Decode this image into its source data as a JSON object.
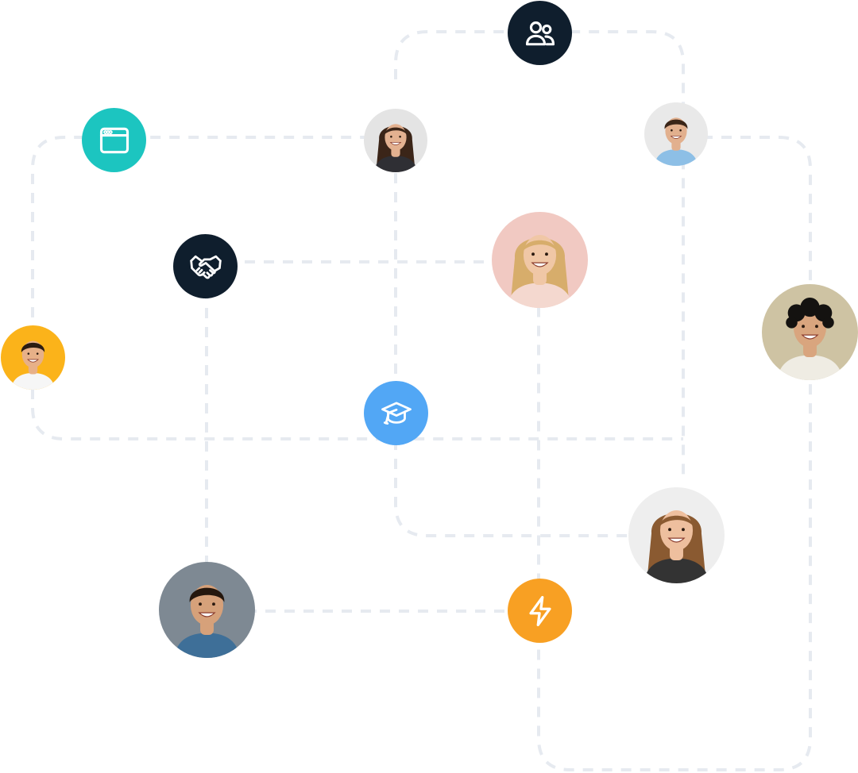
{
  "palette": {
    "connector": "#e6eaf0",
    "navy": "#0f1e2d",
    "teal": "#1cc5c0",
    "blue": "#52a7f5",
    "orange": "#f8a023",
    "icon_stroke": "#ffffff"
  },
  "icon_nodes": [
    {
      "name": "team-icon",
      "color": "navy"
    },
    {
      "name": "browser-window-icon",
      "color": "teal"
    },
    {
      "name": "handshake-icon",
      "color": "navy"
    },
    {
      "name": "graduation-cap-icon",
      "color": "blue"
    },
    {
      "name": "lightning-bolt-icon",
      "color": "orange"
    }
  ],
  "avatars": [
    {
      "name": "avatar-woman-dark-curly-hair",
      "bg": "#e4e4e4",
      "skin": "#e3b190",
      "hair": "#3b2518",
      "shirt": "#2f2f34"
    },
    {
      "name": "avatar-man-beard-blue-shirt",
      "bg": "#e9e9e9",
      "skin": "#e2b08e",
      "hair": "#3a2518",
      "shirt": "#8dbfe6"
    },
    {
      "name": "avatar-woman-blonde-pink-bg",
      "bg": "#f1c9c2",
      "skin": "#f0c7a6",
      "hair": "#d7ad6b",
      "shirt": "#f4d8cf"
    },
    {
      "name": "avatar-man-curly-hair",
      "bg": "#cec3a3",
      "skin": "#d9a57e",
      "hair": "#141210",
      "shirt": "#efece3"
    },
    {
      "name": "avatar-man-yellow-bg",
      "bg": "#fbb31a",
      "skin": "#e7b088",
      "hair": "#2b1c12",
      "shirt": "#f6f6f6"
    },
    {
      "name": "avatar-woman-brown-hair",
      "bg": "#eeeeee",
      "skin": "#eebf9e",
      "hair": "#8a5a31",
      "shirt": "#333333"
    },
    {
      "name": "avatar-man-denim-shirt",
      "bg": "#7e8993",
      "skin": "#d6a17a",
      "hair": "#24170e",
      "shirt": "#3e6f98"
    }
  ]
}
